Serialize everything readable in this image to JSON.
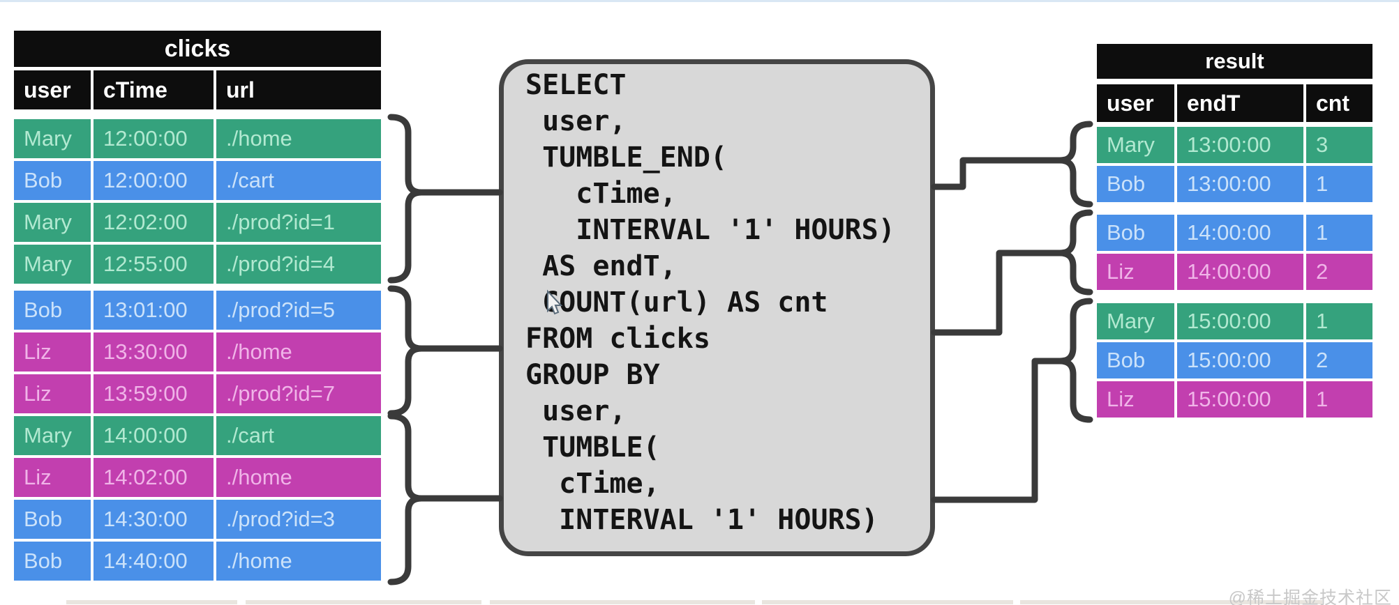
{
  "colors": {
    "green": "#35A27D",
    "green_text": "#B2E9D1",
    "blue": "#4A90E8",
    "blue_text": "#CBE2FA",
    "magenta": "#C23FAF",
    "magenta_text": "#F0B4E8",
    "header_bg": "#0D0D0D",
    "header_text": "#FFFFFF",
    "box_fill": "#D8D8D8",
    "box_border": "#454545",
    "connector": "#3A3A3A"
  },
  "left_table": {
    "title": "clicks",
    "columns": [
      "user",
      "cTime",
      "url"
    ],
    "groups": [
      {
        "rows": [
          {
            "user": "Mary",
            "cTime": "12:00:00",
            "url": "./home",
            "color": "green"
          },
          {
            "user": "Bob",
            "cTime": "12:00:00",
            "url": "./cart",
            "color": "blue"
          },
          {
            "user": "Mary",
            "cTime": "12:02:00",
            "url": "./prod?id=1",
            "color": "green"
          },
          {
            "user": "Mary",
            "cTime": "12:55:00",
            "url": "./prod?id=4",
            "color": "green"
          }
        ]
      },
      {
        "rows": [
          {
            "user": "Bob",
            "cTime": "13:01:00",
            "url": "./prod?id=5",
            "color": "blue"
          },
          {
            "user": "Liz",
            "cTime": "13:30:00",
            "url": "./home",
            "color": "magenta"
          },
          {
            "user": "Liz",
            "cTime": "13:59:00",
            "url": "./prod?id=7",
            "color": "magenta"
          }
        ]
      },
      {
        "rows": [
          {
            "user": "Mary",
            "cTime": "14:00:00",
            "url": "./cart",
            "color": "green"
          },
          {
            "user": "Liz",
            "cTime": "14:02:00",
            "url": "./home",
            "color": "magenta"
          },
          {
            "user": "Bob",
            "cTime": "14:30:00",
            "url": "./prod?id=3",
            "color": "blue"
          },
          {
            "user": "Bob",
            "cTime": "14:40:00",
            "url": "./home",
            "color": "blue"
          }
        ]
      }
    ]
  },
  "sql_box": {
    "lines": [
      "SELECT",
      " user,",
      " TUMBLE_END(",
      "   cTime,",
      "   INTERVAL '1' HOURS)",
      " AS endT,",
      " COUNT(url) AS cnt",
      "FROM clicks",
      "GROUP BY",
      " user,",
      " TUMBLE(",
      "  cTime,",
      "  INTERVAL '1' HOURS)"
    ]
  },
  "result_table": {
    "title": "result",
    "columns": [
      "user",
      "endT",
      "cnt"
    ],
    "groups": [
      {
        "rows": [
          {
            "user": "Mary",
            "endT": "13:00:00",
            "cnt": "3",
            "color": "green"
          },
          {
            "user": "Bob",
            "endT": "13:00:00",
            "cnt": "1",
            "color": "blue"
          }
        ]
      },
      {
        "rows": [
          {
            "user": "Bob",
            "endT": "14:00:00",
            "cnt": "1",
            "color": "blue"
          },
          {
            "user": "Liz",
            "endT": "14:00:00",
            "cnt": "2",
            "color": "magenta"
          }
        ]
      },
      {
        "rows": [
          {
            "user": "Mary",
            "endT": "15:00:00",
            "cnt": "1",
            "color": "green"
          },
          {
            "user": "Bob",
            "endT": "15:00:00",
            "cnt": "2",
            "color": "blue"
          },
          {
            "user": "Liz",
            "endT": "15:00:00",
            "cnt": "1",
            "color": "magenta"
          }
        ]
      }
    ]
  },
  "watermark": {
    "text": "@稀土掘金技术社区"
  }
}
